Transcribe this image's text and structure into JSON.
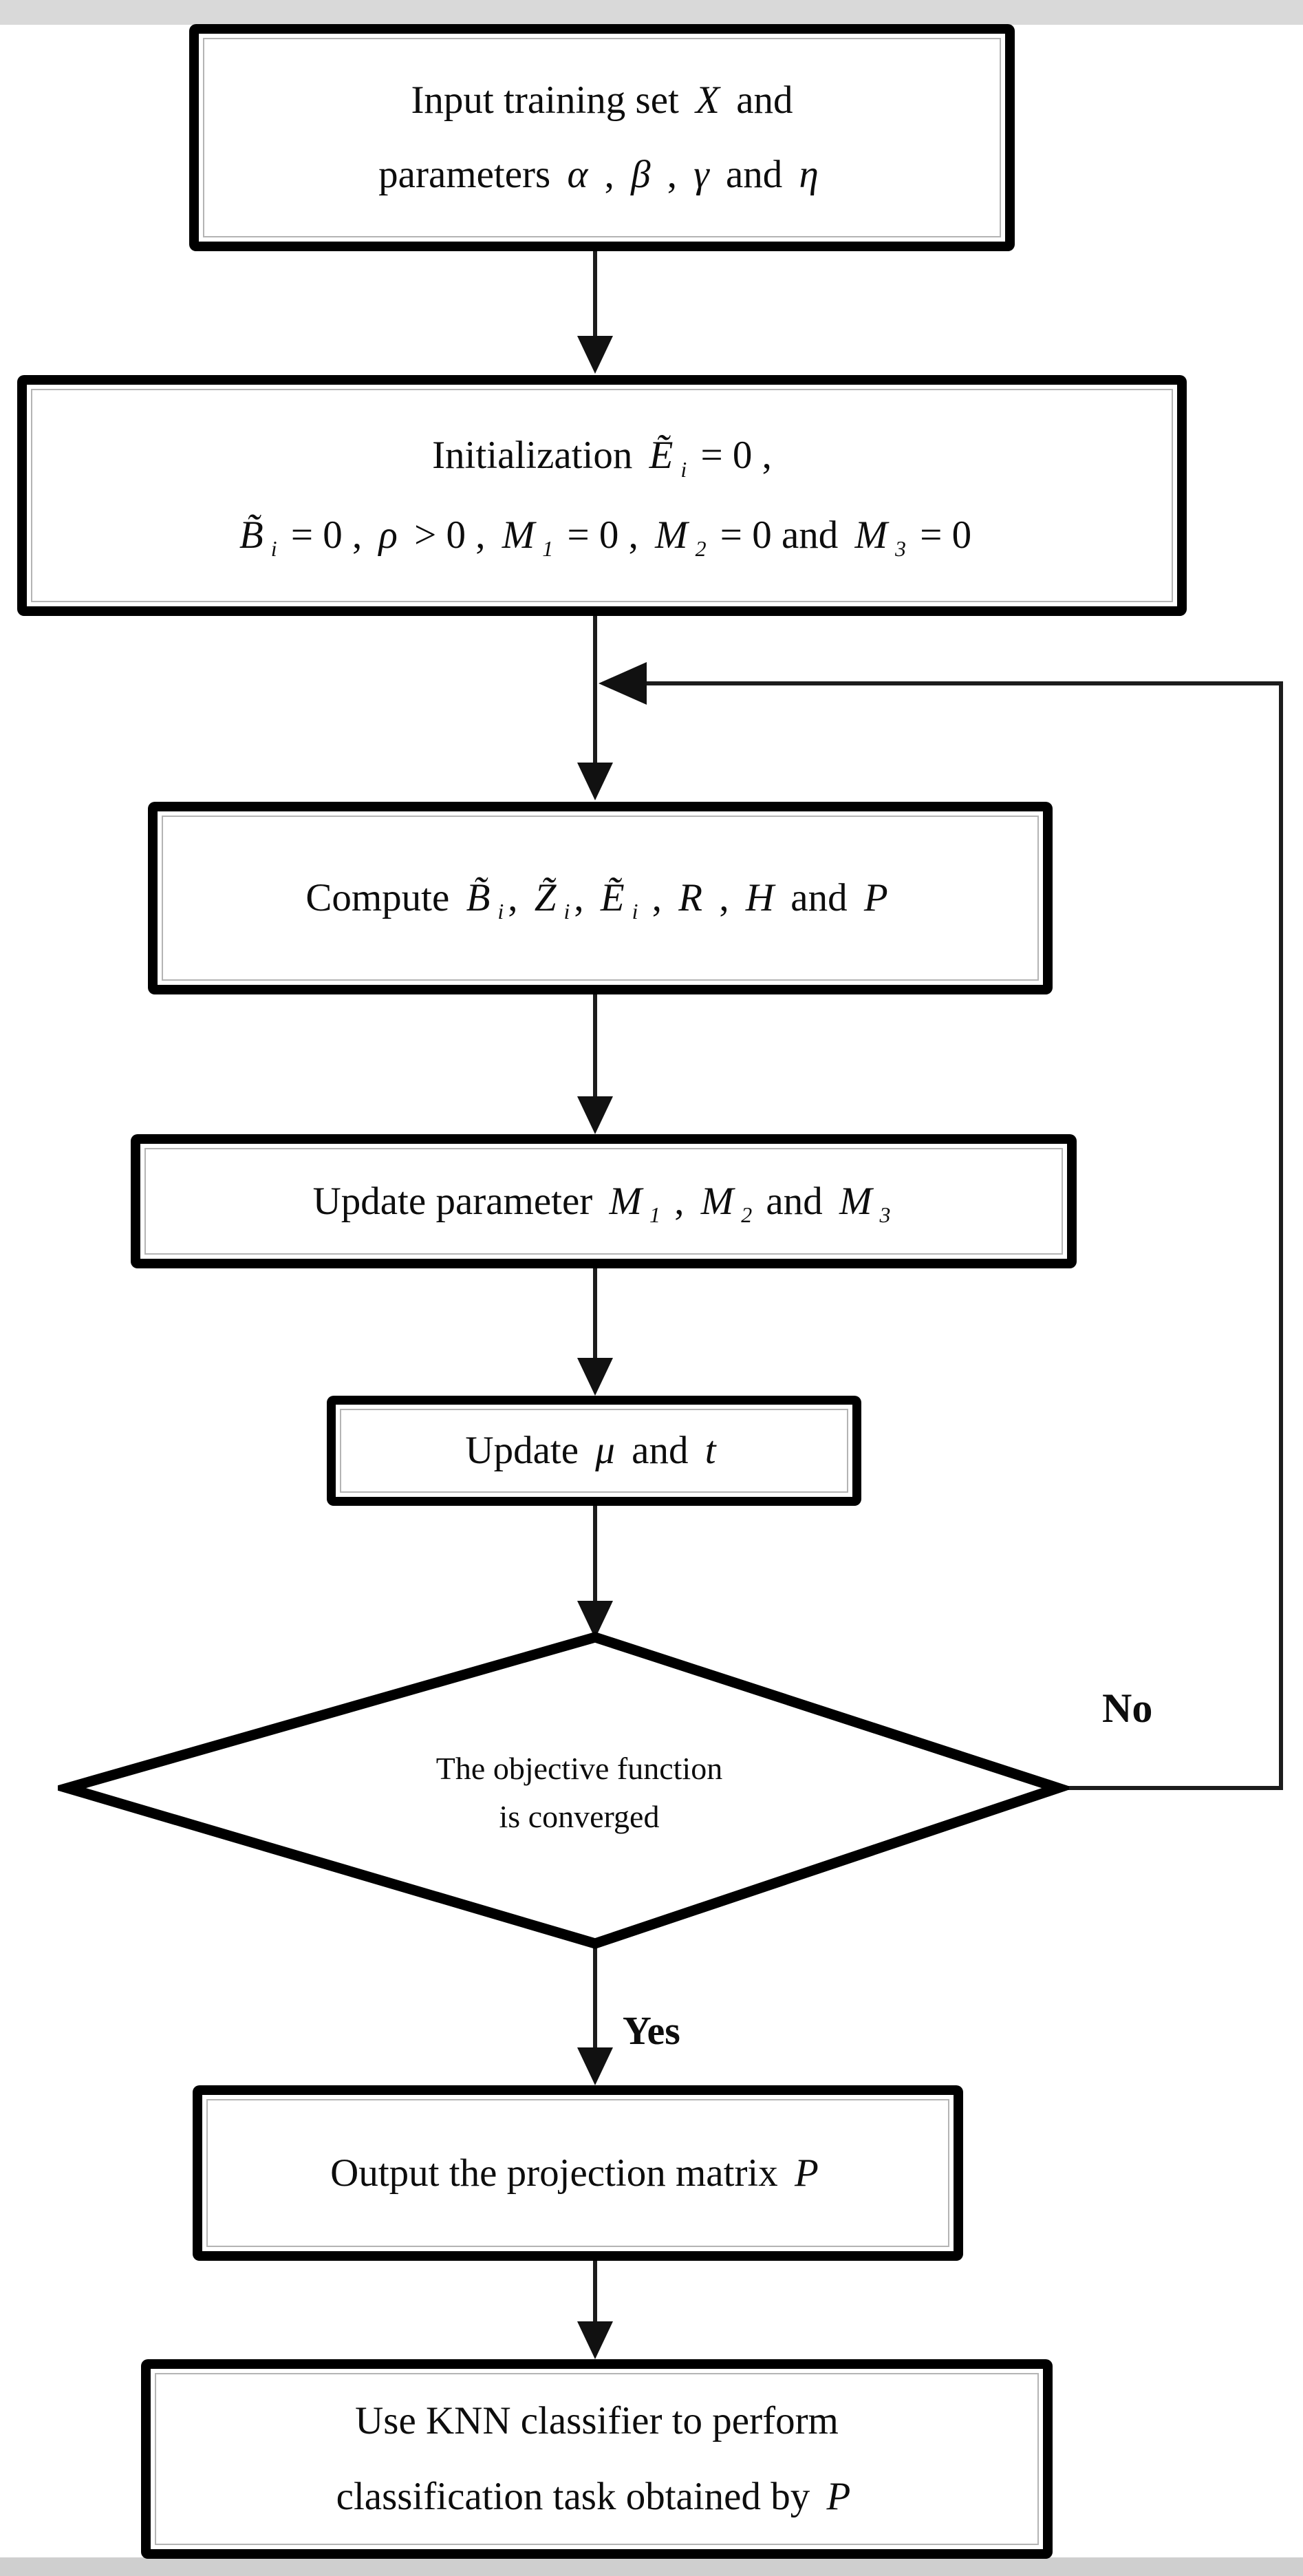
{
  "figure": {
    "type": "flowchart",
    "colors": {
      "background": "#ffffff",
      "box_border": "#000000",
      "line": "#1c1c1c",
      "text": "#0d0d0d",
      "scan_strip_top": "#d9d9d9",
      "scan_strip_bottom": "#cfcfcf"
    },
    "edge_labels": {
      "no": "No",
      "yes": "Yes"
    },
    "nodes": [
      {
        "id": "input",
        "shape": "rect",
        "lines": [
          [
            {
              "t": "Input training set "
            },
            {
              "m": "X"
            },
            {
              "t": " and"
            }
          ],
          [
            {
              "t": "parameters "
            },
            {
              "m": "α"
            },
            {
              "t": " , "
            },
            {
              "m": "β"
            },
            {
              "t": " , "
            },
            {
              "m": "γ"
            },
            {
              "t": " and "
            },
            {
              "m": "η"
            }
          ]
        ]
      },
      {
        "id": "initialization",
        "shape": "rect",
        "lines": [
          [
            {
              "t": "Initialization "
            },
            {
              "m": "Ẽ",
              "sub": "i"
            },
            {
              "t": " = 0 ,"
            }
          ],
          [
            {
              "m": "B̃",
              "sub": "i"
            },
            {
              "t": " = 0 , "
            },
            {
              "m": "ρ"
            },
            {
              "t": " > 0 , "
            },
            {
              "m": "M",
              "sub": "1"
            },
            {
              "t": " = 0 , "
            },
            {
              "m": "M",
              "sub": "2"
            },
            {
              "t": " = 0  and  "
            },
            {
              "m": "M",
              "sub": "3"
            },
            {
              "t": " = 0"
            }
          ]
        ]
      },
      {
        "id": "compute",
        "shape": "rect",
        "lines": [
          [
            {
              "t": "Compute "
            },
            {
              "m": "B̃",
              "sub": "i"
            },
            {
              "t": ", "
            },
            {
              "m": "Z̃",
              "sub": "i"
            },
            {
              "t": ", "
            },
            {
              "m": "Ẽ",
              "sub": "i"
            },
            {
              "t": " , "
            },
            {
              "m": "R"
            },
            {
              "t": " , "
            },
            {
              "m": "H"
            },
            {
              "t": " and "
            },
            {
              "m": "P"
            }
          ]
        ]
      },
      {
        "id": "update-parameters",
        "shape": "rect",
        "lines": [
          [
            {
              "t": "Update parameter "
            },
            {
              "m": "M",
              "sub": "1"
            },
            {
              "t": " , "
            },
            {
              "m": "M",
              "sub": "2"
            },
            {
              "t": " and "
            },
            {
              "m": "M",
              "sub": "3"
            }
          ]
        ]
      },
      {
        "id": "update-mu-t",
        "shape": "rect",
        "lines": [
          [
            {
              "t": "Update "
            },
            {
              "m": "μ"
            },
            {
              "t": " and "
            },
            {
              "m": "t"
            }
          ]
        ]
      },
      {
        "id": "convergence-decision",
        "shape": "diamond",
        "lines": [
          [
            {
              "t": "The objective function"
            }
          ],
          [
            {
              "t": "is converged"
            }
          ]
        ]
      },
      {
        "id": "output-projection",
        "shape": "rect",
        "lines": [
          [
            {
              "t": "Output the projection matrix "
            },
            {
              "m": "P"
            }
          ]
        ]
      },
      {
        "id": "knn-classification",
        "shape": "rect",
        "lines": [
          [
            {
              "t": "Use KNN classifier to perform"
            }
          ],
          [
            {
              "t": "classification task obtained by "
            },
            {
              "m": "P"
            }
          ]
        ]
      }
    ]
  }
}
